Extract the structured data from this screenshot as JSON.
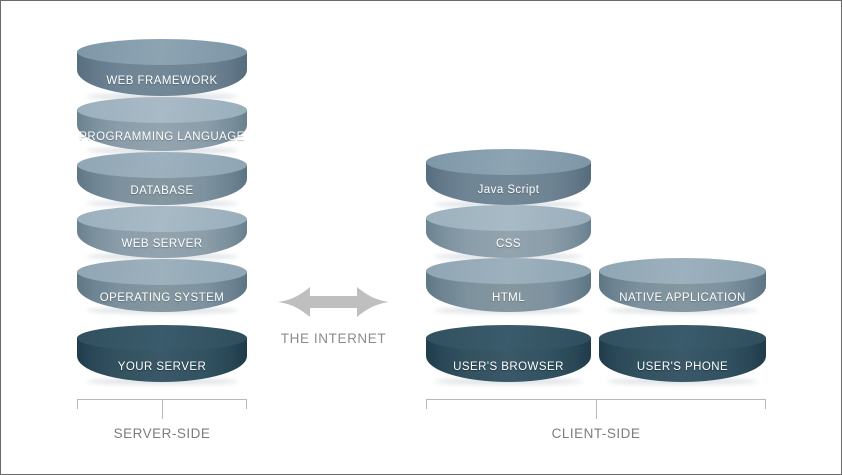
{
  "diagram": {
    "title": "Server-side and client-side web stack",
    "background_color": "#ffffff",
    "border_color": "#6a6a6a"
  },
  "colors": {
    "cylinder_dark": "#6d8292",
    "cylinder_light": "#8b9daa",
    "cylinder_mid": "#7d919e",
    "cylinder_navy": "#33525f",
    "label_text": "#ffffff",
    "caption_text": "#7d7d7d",
    "arrow": "#bfbfbf",
    "bracket": "#b8b8b8"
  },
  "server_stack": {
    "caption": "SERVER-SIDE",
    "layers": [
      {
        "label": "WEB FRAMEWORK",
        "tone": "t-dark1"
      },
      {
        "label": "PROGRAMMING LANGUAGE",
        "tone": "t-light"
      },
      {
        "label": "DATABASE",
        "tone": "t-mid"
      },
      {
        "label": "WEB SERVER",
        "tone": "t-light"
      },
      {
        "label": "OPERATING SYSTEM",
        "tone": "t-mid"
      }
    ],
    "base": {
      "label": "YOUR SERVER",
      "tone": "t-navy"
    }
  },
  "client_stack": {
    "caption": "CLIENT-SIDE",
    "browser_column": {
      "layers": [
        {
          "label": "Java Script",
          "tone": "t-dark1"
        },
        {
          "label": "CSS",
          "tone": "t-light"
        },
        {
          "label": "HTML",
          "tone": "t-mid"
        }
      ],
      "base": {
        "label": "USER'S BROWSER",
        "tone": "t-navy"
      }
    },
    "phone_column": {
      "layers": [
        {
          "label": "NATIVE APPLICATION",
          "tone": "t-mid"
        }
      ],
      "base": {
        "label": "USER'S PHONE",
        "tone": "t-navy"
      }
    }
  },
  "connector": {
    "label": "THE INTERNET",
    "icon": "double-headed-arrow-icon"
  }
}
